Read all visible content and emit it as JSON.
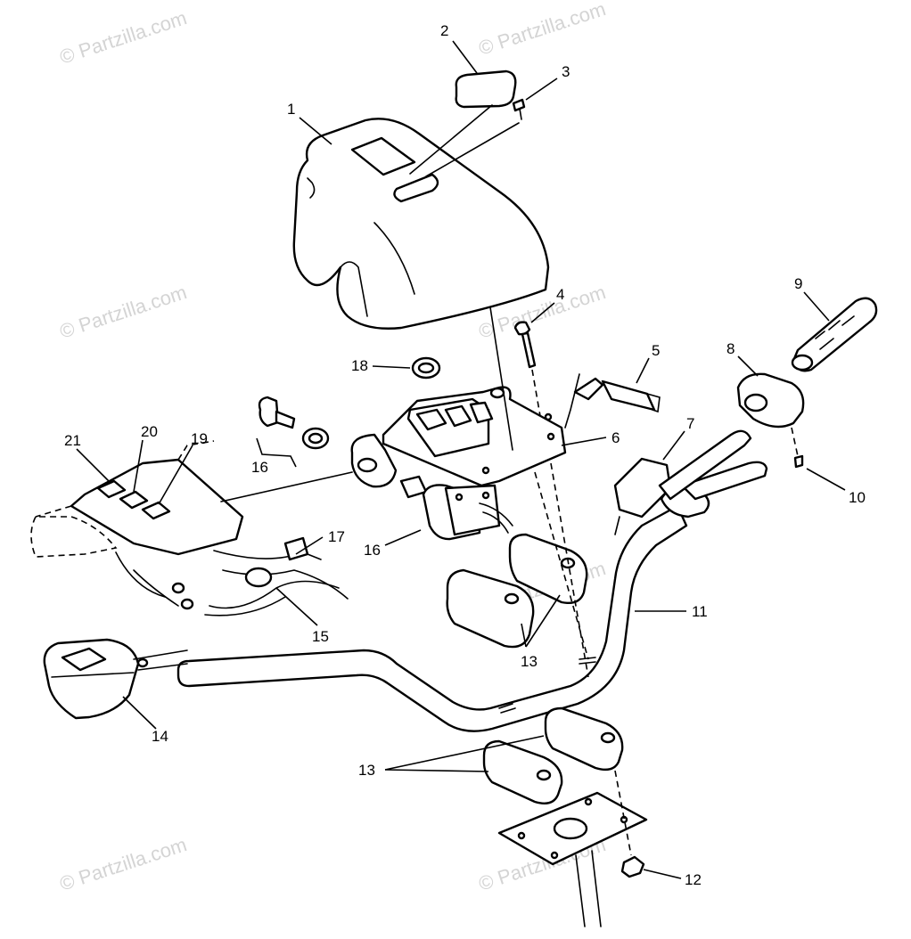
{
  "diagram": {
    "watermark_text": "© Partzilla.com",
    "callouts": [
      {
        "id": "c1",
        "label": "1"
      },
      {
        "id": "c2",
        "label": "2"
      },
      {
        "id": "c3",
        "label": "3"
      },
      {
        "id": "c4",
        "label": "4"
      },
      {
        "id": "c5",
        "label": "5"
      },
      {
        "id": "c6",
        "label": "6"
      },
      {
        "id": "c7",
        "label": "7"
      },
      {
        "id": "c8",
        "label": "8"
      },
      {
        "id": "c9",
        "label": "9"
      },
      {
        "id": "c10",
        "label": "10"
      },
      {
        "id": "c11",
        "label": "11"
      },
      {
        "id": "c12",
        "label": "12"
      },
      {
        "id": "c13a",
        "label": "13"
      },
      {
        "id": "c13b",
        "label": "13"
      },
      {
        "id": "c14",
        "label": "14"
      },
      {
        "id": "c15",
        "label": "15"
      },
      {
        "id": "c16a",
        "label": "16"
      },
      {
        "id": "c16b",
        "label": "16"
      },
      {
        "id": "c17",
        "label": "17"
      },
      {
        "id": "c18",
        "label": "18"
      },
      {
        "id": "c19",
        "label": "19"
      },
      {
        "id": "c20",
        "label": "20"
      },
      {
        "id": "c21",
        "label": "21"
      }
    ]
  }
}
